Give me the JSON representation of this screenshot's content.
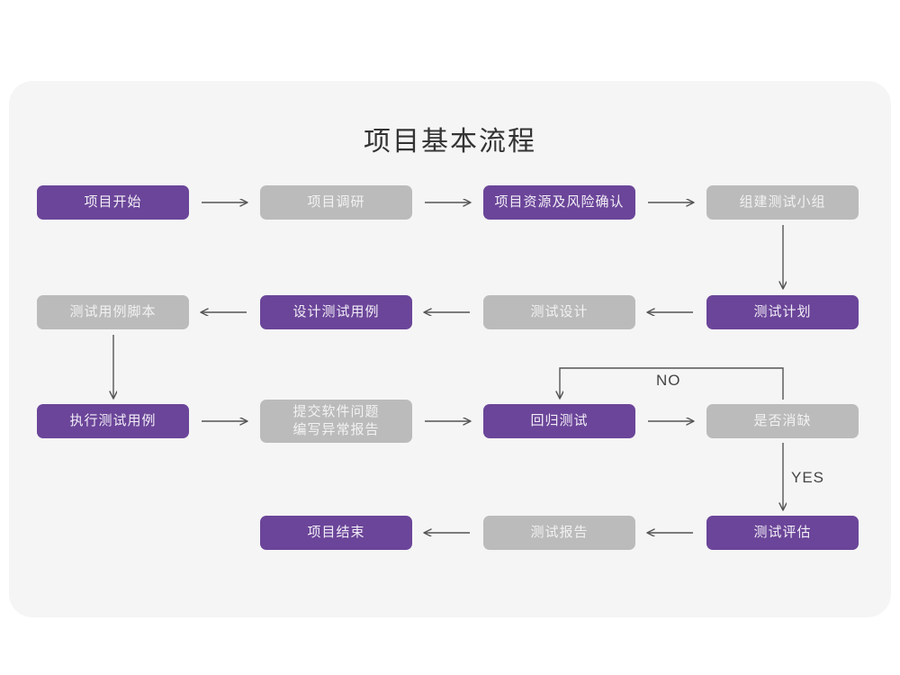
{
  "page": {
    "title": "项目基本流程",
    "background_color": "#ffffff",
    "card_color": "#f5f5f5"
  },
  "palette": {
    "purple": "#6b4599",
    "gray": "#bbbbbb",
    "purple_text": "#f2eef7",
    "gray_text": "#f2f2f2",
    "connector": "#555555",
    "label_text": "#444444"
  },
  "chart_data": {
    "type": "diagram",
    "title": "项目基本流程",
    "nodes": [
      {
        "id": "n1",
        "label": "项目开始",
        "style": "purple",
        "row": 1,
        "col": 1
      },
      {
        "id": "n2",
        "label": "项目调研",
        "style": "gray",
        "row": 1,
        "col": 2
      },
      {
        "id": "n3",
        "label": "项目资源及风险确认",
        "style": "purple",
        "row": 1,
        "col": 3
      },
      {
        "id": "n4",
        "label": "组建测试小组",
        "style": "gray",
        "row": 1,
        "col": 4
      },
      {
        "id": "n5",
        "label": "测试用例脚本",
        "style": "gray",
        "row": 2,
        "col": 1
      },
      {
        "id": "n6",
        "label": "设计测试用例",
        "style": "purple",
        "row": 2,
        "col": 2
      },
      {
        "id": "n7",
        "label": "测试设计",
        "style": "gray",
        "row": 2,
        "col": 3
      },
      {
        "id": "n8",
        "label": "测试计划",
        "style": "purple",
        "row": 2,
        "col": 4
      },
      {
        "id": "n9",
        "label": "执行测试用例",
        "style": "purple",
        "row": 3,
        "col": 1
      },
      {
        "id": "n10",
        "label": "提交软件问题\n编写异常报告",
        "style": "gray",
        "row": 3,
        "col": 2
      },
      {
        "id": "n11",
        "label": "回归测试",
        "style": "purple",
        "row": 3,
        "col": 3
      },
      {
        "id": "n12",
        "label": "是否消缺",
        "style": "gray",
        "row": 3,
        "col": 4
      },
      {
        "id": "n13",
        "label": "项目结束",
        "style": "purple",
        "row": 4,
        "col": 2
      },
      {
        "id": "n14",
        "label": "测试报告",
        "style": "gray",
        "row": 4,
        "col": 3
      },
      {
        "id": "n15",
        "label": "测试评估",
        "style": "purple",
        "row": 4,
        "col": 4
      }
    ],
    "edges": [
      {
        "from": "n1",
        "to": "n2",
        "direction": "right",
        "label": ""
      },
      {
        "from": "n2",
        "to": "n3",
        "direction": "right",
        "label": ""
      },
      {
        "from": "n3",
        "to": "n4",
        "direction": "right",
        "label": ""
      },
      {
        "from": "n4",
        "to": "n8",
        "direction": "down",
        "label": ""
      },
      {
        "from": "n8",
        "to": "n7",
        "direction": "left",
        "label": ""
      },
      {
        "from": "n7",
        "to": "n6",
        "direction": "left",
        "label": ""
      },
      {
        "from": "n6",
        "to": "n5",
        "direction": "left",
        "label": ""
      },
      {
        "from": "n5",
        "to": "n9",
        "direction": "down",
        "label": ""
      },
      {
        "from": "n9",
        "to": "n10",
        "direction": "right",
        "label": ""
      },
      {
        "from": "n10",
        "to": "n11",
        "direction": "right",
        "label": ""
      },
      {
        "from": "n11",
        "to": "n12",
        "direction": "right",
        "label": ""
      },
      {
        "from": "n12",
        "to": "n11",
        "direction": "loop-up-left",
        "label": "NO"
      },
      {
        "from": "n12",
        "to": "n15",
        "direction": "down",
        "label": "YES"
      },
      {
        "from": "n15",
        "to": "n14",
        "direction": "left",
        "label": ""
      },
      {
        "from": "n14",
        "to": "n13",
        "direction": "left",
        "label": ""
      }
    ],
    "edge_labels": [
      {
        "id": "no",
        "text": "NO"
      },
      {
        "id": "yes",
        "text": "YES"
      }
    ]
  }
}
